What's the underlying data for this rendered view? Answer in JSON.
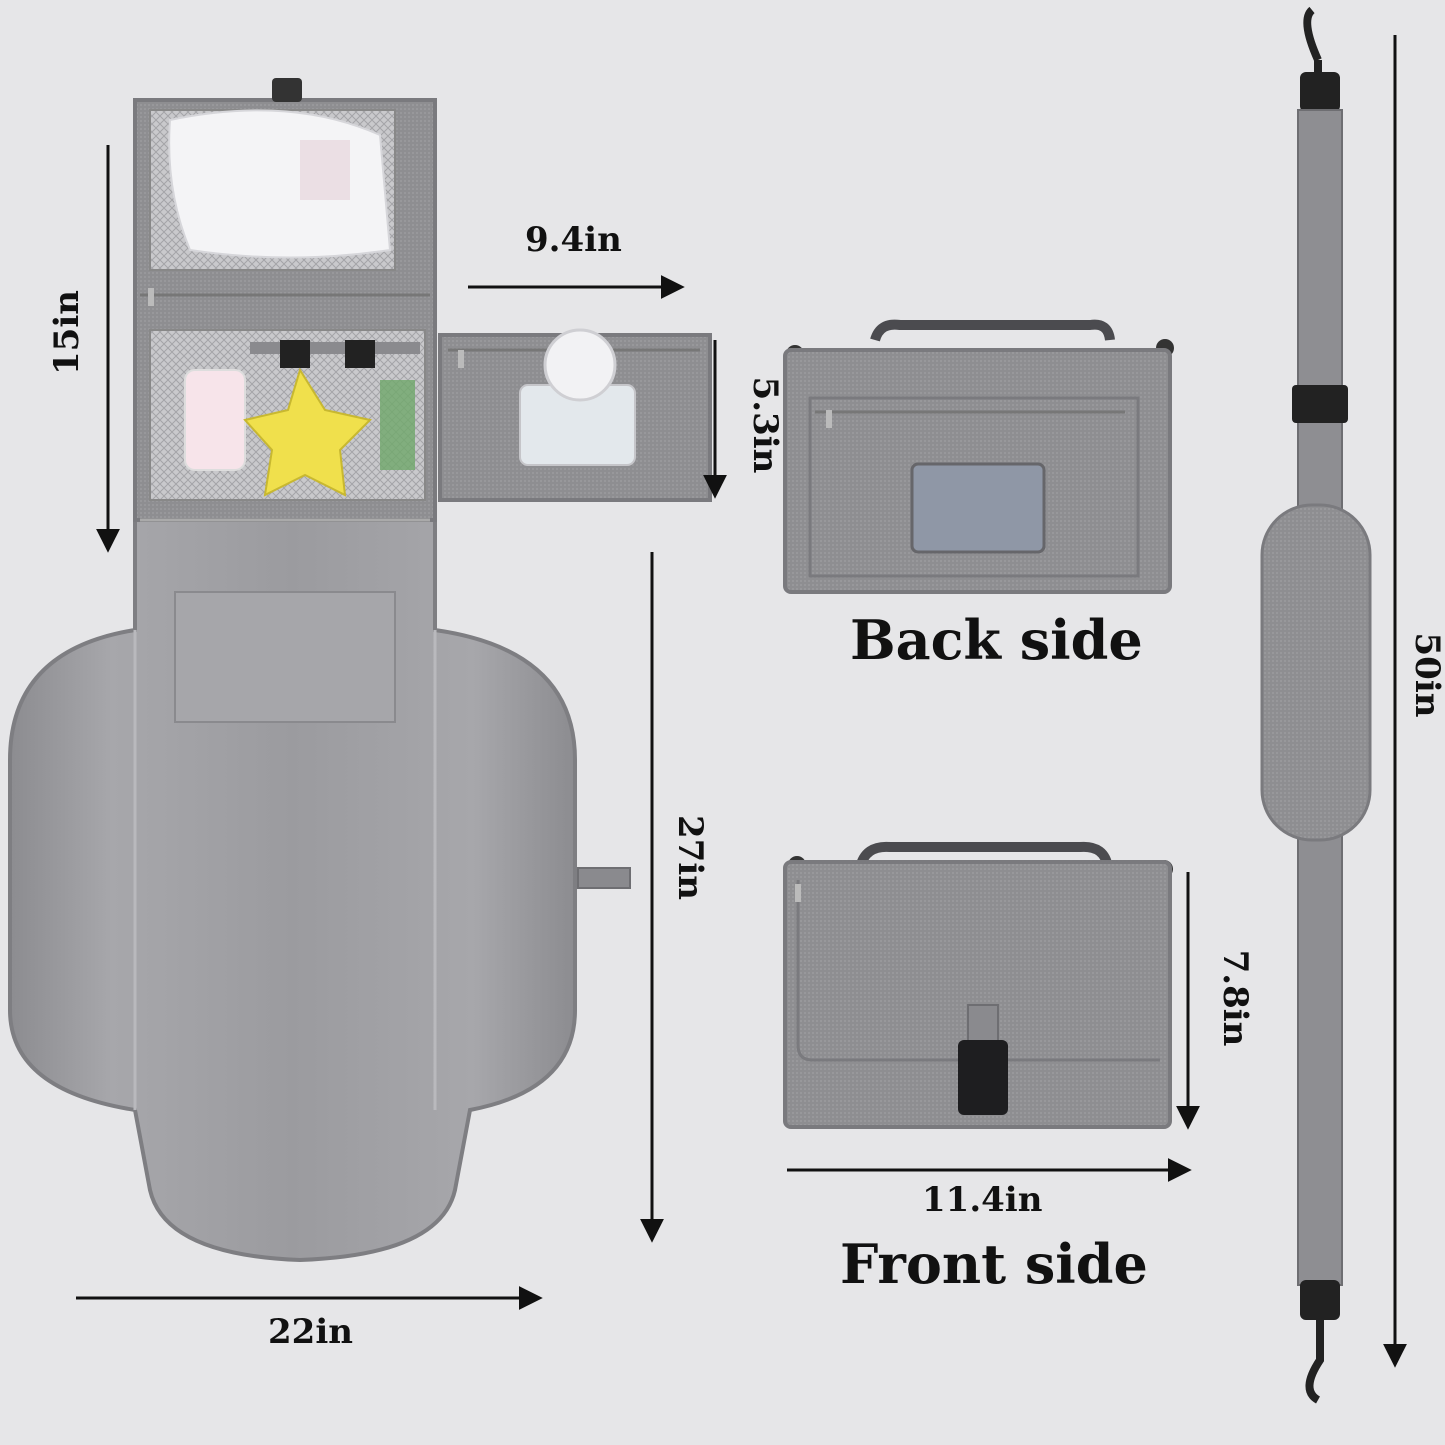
{
  "dimensions": {
    "mat_width": "22in",
    "mat_length": "27in",
    "top_flap_length": "15in",
    "side_pocket_width": "9.4in",
    "side_pocket_height": "5.3in",
    "folded_width": "11.4in",
    "folded_height": "7.8in",
    "strap_length": "50in"
  },
  "captions": {
    "back": "Back side",
    "front": "Front side"
  },
  "colors": {
    "background": "#e6e6e8",
    "fabric": "#8f8f92",
    "mat": "#9a9a9e",
    "arrow": "#111111"
  }
}
